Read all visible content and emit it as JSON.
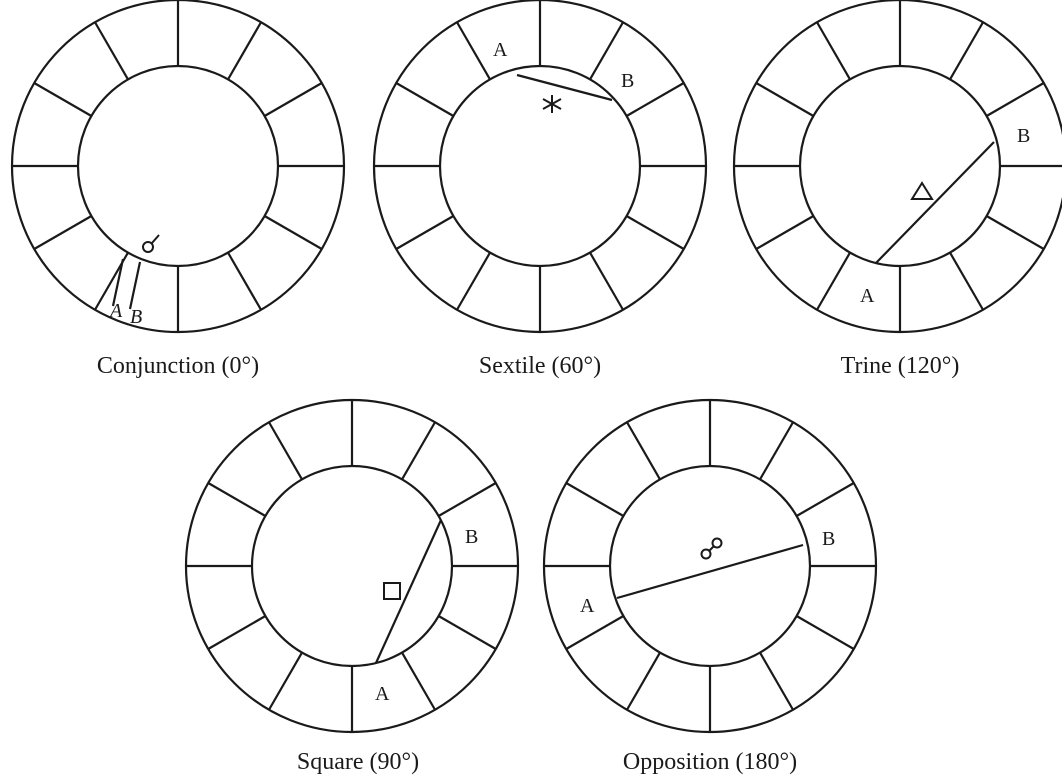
{
  "diagrams": [
    {
      "caption": "Conjunction (0°)",
      "symbol": "☌",
      "label_a": "A",
      "label_b": "B"
    },
    {
      "caption": "Sextile (60°)",
      "symbol": "✶",
      "label_a": "A",
      "label_b": "B"
    },
    {
      "caption": "Trine (120°)",
      "symbol": "△",
      "label_a": "A",
      "label_b": "B"
    },
    {
      "caption": "Square (90°)",
      "symbol": "□",
      "label_a": "A",
      "label_b": "B"
    },
    {
      "caption": "Opposition (180°)",
      "symbol": "☍",
      "label_a": "A",
      "label_b": "B"
    }
  ],
  "wheel": {
    "houses": 12
  }
}
